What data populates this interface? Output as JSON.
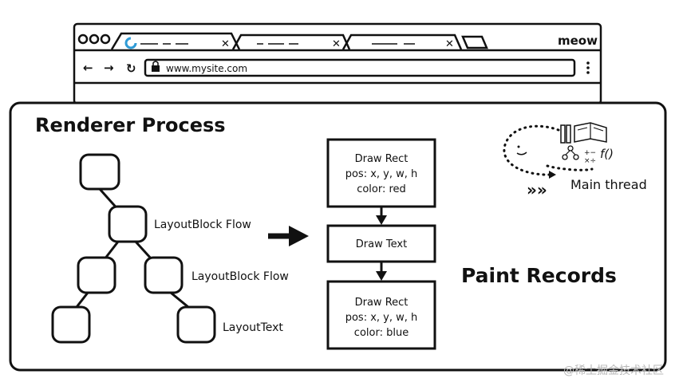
{
  "browser": {
    "profile_name": "meow",
    "address": "www.mysite.com",
    "tabs": [
      {
        "active": true,
        "icon": "loading-spinner-icon"
      },
      {
        "active": false
      },
      {
        "active": false
      }
    ],
    "nav_icons": [
      "back-arrow-icon",
      "forward-arrow-icon",
      "reload-icon",
      "lock-icon",
      "more-vertical-icon"
    ]
  },
  "renderer": {
    "title": "Renderer Process",
    "tree_labels": [
      "LayoutBlock Flow",
      "LayoutBlock Flow",
      "LayoutText"
    ]
  },
  "paint_records": {
    "title": "Paint Records",
    "records": [
      {
        "line1": "Draw Rect",
        "line2": "pos: x, y, w, h",
        "line3": "color: red"
      },
      {
        "line1": "Draw Text"
      },
      {
        "line1": "Draw Rect",
        "line2": "pos: x, y, w, h",
        "line3": "color: blue"
      }
    ]
  },
  "main_thread": {
    "label": "Main thread",
    "icons": [
      "face-doodle-icon",
      "books-icon",
      "tree-icon",
      "math-icon"
    ]
  },
  "watermark": "@稀土掘金技术社区",
  "colors": {
    "line": "#111111",
    "background": "#ffffff",
    "watermark": "#b8b8b8"
  }
}
